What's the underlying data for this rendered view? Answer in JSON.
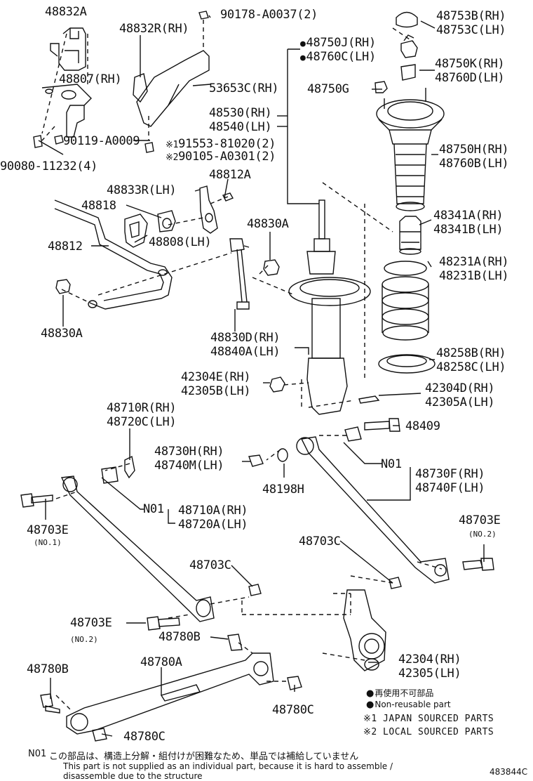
{
  "labels": {
    "p48832A": "48832A",
    "p48832R": "48832R(RH)",
    "p90178": "90178-A0037(2)",
    "p48753B": "48753B(RH)",
    "p48753C": "48753C(LH)",
    "p48750J": "48750J(RH)",
    "p48760C": "48760C(LH)",
    "p48750K": "48750K(RH)",
    "p48760D": "48760D(LH)",
    "p48807": "48807(RH)",
    "p53653C": "53653C(RH)",
    "p48750G": "48750G",
    "p48530": "48530(RH)",
    "p48540": "48540(LH)",
    "p90119": "90119-A0009",
    "p91553": "91553-81020(2)",
    "p90105": "90105-A0301(2)",
    "p90080": "90080-11232(4)",
    "p48750H": "48750H(RH)",
    "p48760B": "48760B(LH)",
    "p48812A": "48812A",
    "p48833R": "48833R(LH)",
    "p48818": "48818",
    "p48341A": "48341A(RH)",
    "p48341B": "48341B(LH)",
    "p48830A_top": "48830A",
    "p48812": "48812",
    "p48808": "48808(LH)",
    "p48231A": "48231A(RH)",
    "p48231B": "48231B(LH)",
    "p48830A_left": "48830A",
    "p48830D": "48830D(RH)",
    "p48840A": "48840A(LH)",
    "p48258B": "48258B(RH)",
    "p48258C": "48258C(LH)",
    "p42304E": "42304E(RH)",
    "p42305B": "42305B(LH)",
    "p42304D": "42304D(RH)",
    "p42305A": "42305A(LH)",
    "p48710R": "48710R(RH)",
    "p48720C": "48720C(LH)",
    "p48409": "48409",
    "p48730H": "48730H(RH)",
    "p48740M": "48740M(LH)",
    "pN01_right": "N01",
    "p48730F": "48730F(RH)",
    "p48740F": "48740F(LH)",
    "p48198H": "48198H",
    "pN01_left": "N01",
    "p48710A": "48710A(RH)",
    "p48720A": "48720A(LH)",
    "p48703E_left": "48703E",
    "p48703E_left_sub": "(NO.1)",
    "p48703E_right": "48703E",
    "p48703E_right_sub": "(NO.2)",
    "p48703C_mid": "48703C",
    "p48703C_right": "48703C",
    "p48703E_mid": "48703E",
    "p48703E_mid_sub": "(NO.2)",
    "p48780B_mid": "48780B",
    "p48780A": "48780A",
    "p48780B_left": "48780B",
    "p42304": "42304(RH)",
    "p42305": "42305(LH)",
    "p48780C_mid": "48780C",
    "p48780C_bottom": "48780C"
  },
  "marks": {
    "sym1": "※1",
    "sym2": "※2"
  },
  "legend": {
    "jp_nonreusable": "再使用不可部品",
    "en_nonreusable": "Non-reusable part",
    "japan": "※1 JAPAN SOURCED PARTS",
    "local": "※2 LOCAL SOURCED PARTS"
  },
  "footer": {
    "n01_code": "N01",
    "n01_jp": "この部品は、構造上分解・組付けが困難なため、単品では補給していません",
    "n01_en1": "This part is not supplied as an individual part, because it is hard to assemble /",
    "n01_en2": "disassemble due to the structure",
    "diagram_id": "483844C"
  }
}
